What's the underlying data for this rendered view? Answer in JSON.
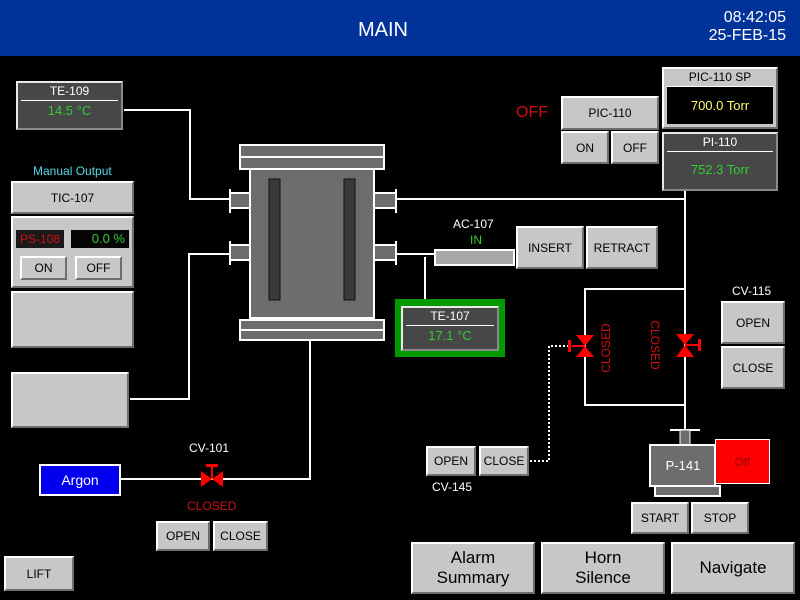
{
  "header": {
    "title": "MAIN",
    "time": "08:42:05",
    "date": "25-FEB-15"
  },
  "te109": {
    "tag": "TE-109",
    "value": "14.5 °C"
  },
  "tic107": {
    "manual_output_label": "Manual Output",
    "button_label": "TIC-107",
    "ps_tag": "PS-108",
    "output_value": "0.0 %",
    "on_label": "ON",
    "off_label": "OFF"
  },
  "pic110": {
    "status": "OFF",
    "button_label": "PIC-110",
    "on_label": "ON",
    "off_label": "OFF",
    "sp_tag": "PIC-110 SP",
    "sp_value": "700.0 Torr"
  },
  "pi110": {
    "tag": "PI-110",
    "value": "752.3 Torr"
  },
  "ac107": {
    "tag": "AC-107",
    "status": "IN",
    "insert_label": "INSERT",
    "retract_label": "RETRACT"
  },
  "te107": {
    "tag": "TE-107",
    "value": "17.1 °C"
  },
  "cv115": {
    "tag": "CV-115",
    "open_label": "OPEN",
    "close_label": "CLOSE",
    "status_left": "CLOSED",
    "status_right": "CLOSED"
  },
  "cv145": {
    "tag": "CV-145",
    "open_label": "OPEN",
    "close_label": "CLOSE"
  },
  "cv101": {
    "tag": "CV-101",
    "status": "CLOSED",
    "open_label": "OPEN",
    "close_label": "CLOSE"
  },
  "argon": {
    "label": "Argon"
  },
  "p141": {
    "tag": "P-141",
    "status": "Off",
    "start_label": "START",
    "stop_label": "STOP"
  },
  "footer": {
    "lift_label": "LIFT",
    "alarm_summary_line1": "Alarm",
    "alarm_summary_line2": "Summary",
    "horn_silence_line1": "Horn",
    "horn_silence_line2": "Silence",
    "navigate_label": "Navigate"
  },
  "colors": {
    "header_bg": "#003399",
    "valve_closed": "#ff0000",
    "value_green": "#33cc33",
    "setpoint_yellow": "#ffff66",
    "argon_bg": "#0000ee",
    "pump_off_bg": "#ff0000"
  }
}
